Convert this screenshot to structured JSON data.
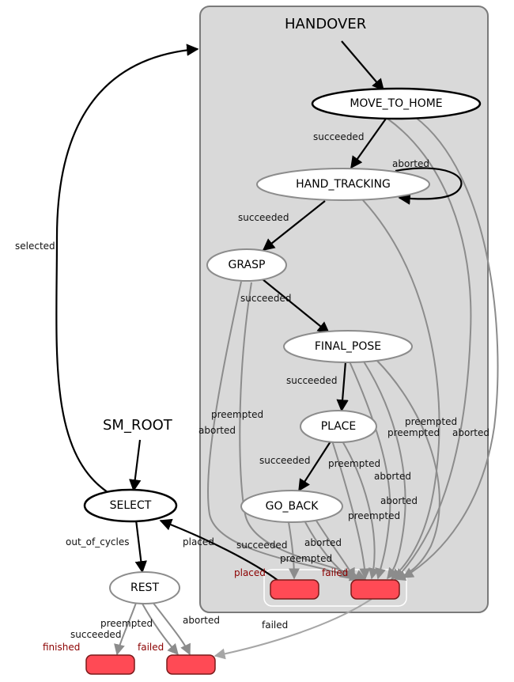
{
  "containers": {
    "handover": "HANDOVER",
    "sm_root": "SM_ROOT"
  },
  "states": {
    "move_to_home": "MOVE_TO_HOME",
    "hand_tracking": "HAND_TRACKING",
    "grasp": "GRASP",
    "final_pose": "FINAL_POSE",
    "place": "PLACE",
    "go_back": "GO_BACK",
    "select": "SELECT",
    "rest": "REST"
  },
  "outcomes": {
    "handover_placed": "placed",
    "handover_failed": "failed",
    "root_finished": "finished",
    "root_failed": "failed"
  },
  "edge_labels": {
    "move_succeeded": "succeeded",
    "hand_aborted": "aborted",
    "hand_succeeded": "succeeded",
    "grasp_succeeded": "succeeded",
    "grasp_preempted": "preempted",
    "grasp_aborted": "aborted",
    "final_succeeded": "succeeded",
    "final_preempted_1": "preempted",
    "final_preempted_2": "preempted",
    "final_aborted_1": "aborted",
    "place_succeeded": "succeeded",
    "place_preempted": "preempted",
    "place_aborted": "aborted",
    "place_aborted_2": "aborted",
    "place_preempted_2": "preempted",
    "goback_succeeded": "succeeded",
    "goback_aborted": "aborted",
    "goback_preempted": "preempted",
    "select_selected": "selected",
    "select_out_of_cycles": "out_of_cycles",
    "handover_placed_edge": "placed",
    "handover_failed_edge": "failed",
    "rest_preempted": "preempted",
    "rest_succeeded": "succeeded",
    "rest_aborted": "aborted"
  },
  "colors": {
    "container_fill": "#d9d9d9",
    "container_stroke": "#7a7a7a",
    "outcome_fill": "#ff4a55",
    "active_edge": "#000000",
    "inactive_edge": "#8c8c8c",
    "outcome_text": "#8b0000"
  }
}
